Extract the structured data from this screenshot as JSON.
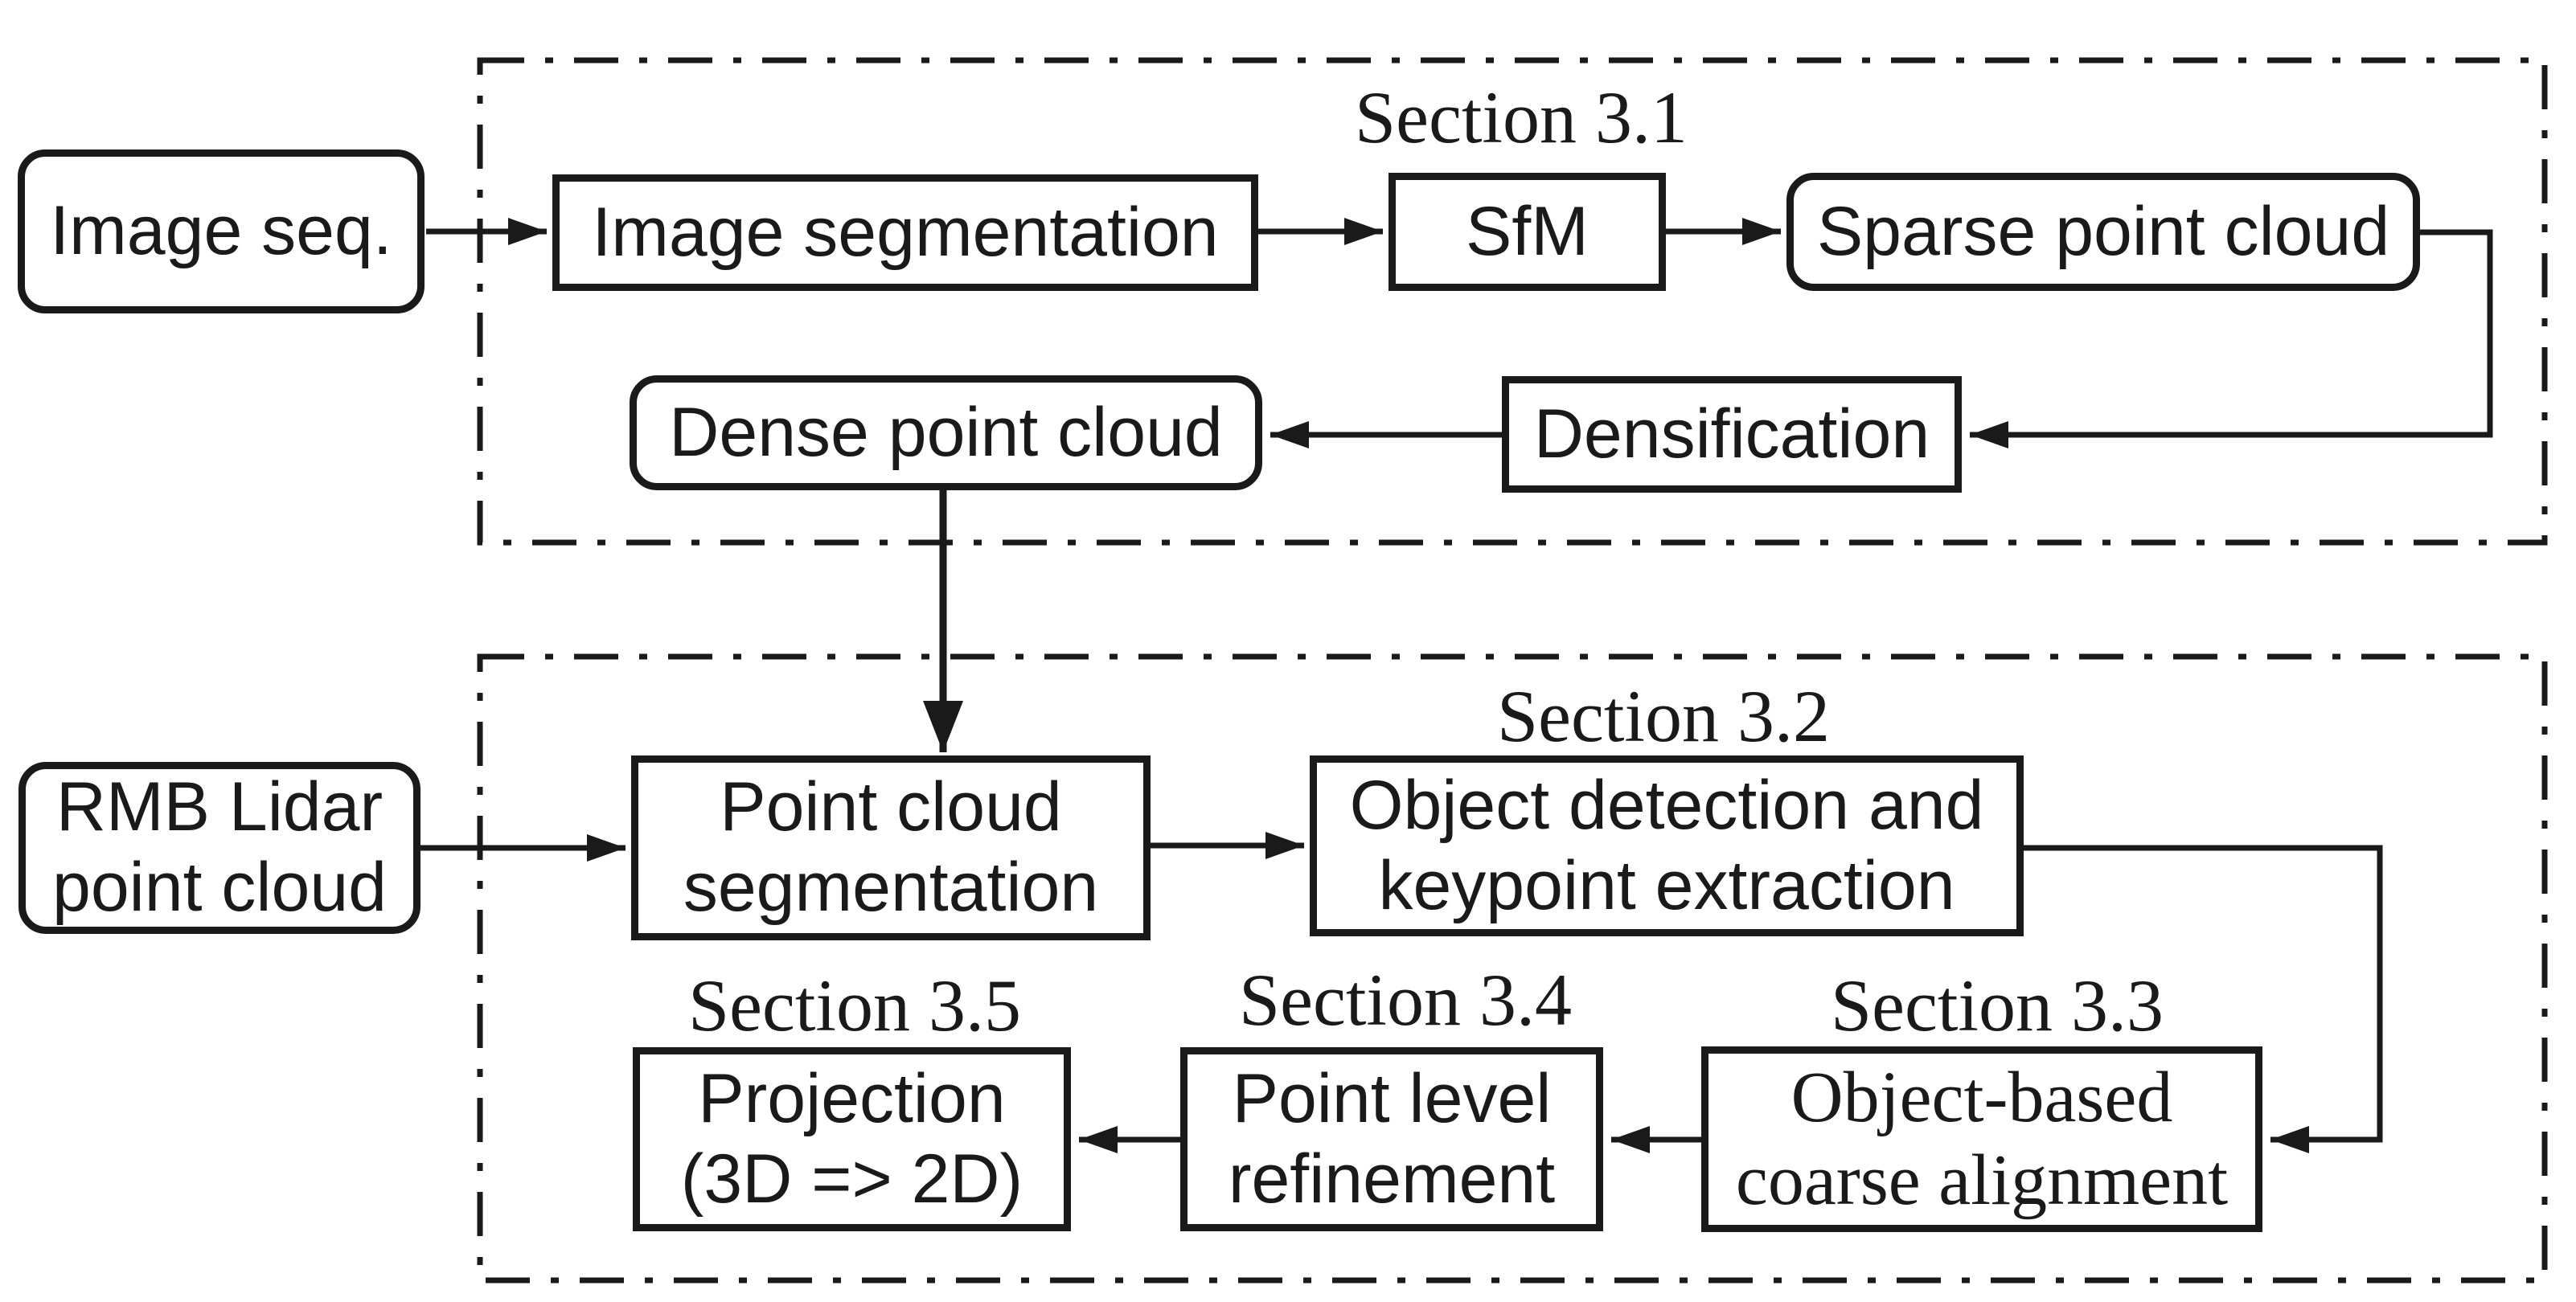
{
  "nodes": {
    "image_seq": {
      "label": "Image seq."
    },
    "image_segmentation": {
      "label": "Image segmentation"
    },
    "sfm": {
      "label": "SfM"
    },
    "sparse_point_cloud": {
      "label": "Sparse point cloud"
    },
    "densification": {
      "label": "Densification"
    },
    "dense_point_cloud": {
      "label": "Dense point cloud"
    },
    "rmb_lidar": {
      "label": "RMB Lidar\npoint cloud"
    },
    "point_cloud_segmentation": {
      "label": "Point cloud\nsegmentation"
    },
    "object_detection": {
      "label": "Object detection and\nkeypoint extraction"
    },
    "object_based": {
      "label": "Object-based\ncoarse alignment"
    },
    "point_level": {
      "label": "Point level\nrefinement"
    },
    "projection": {
      "label": "Projection\n(3D => 2D)"
    }
  },
  "section_labels": {
    "s31": "Section 3.1",
    "s32": "Section 3.2",
    "s33": "Section 3.3",
    "s34": "Section 3.4",
    "s35": "Section 3.5"
  },
  "colors": {
    "line": "#1a1a1a",
    "background": "#ffffff",
    "text": "#1a1a1a"
  }
}
